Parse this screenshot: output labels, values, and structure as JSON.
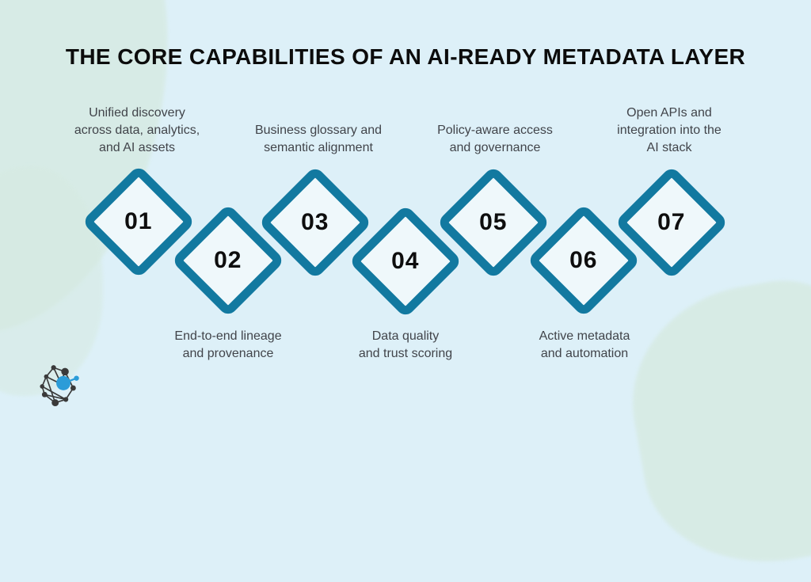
{
  "title": "THE CORE CAPABILITIES OF AN AI-READY METADATA LAYER",
  "items": [
    {
      "number": "01",
      "label_lines": [
        "Unified discovery",
        "across data, analytics,",
        "and AI assets"
      ]
    },
    {
      "number": "02",
      "label_lines": [
        "End-to-end lineage",
        "and provenance"
      ]
    },
    {
      "number": "03",
      "label_lines": [
        "Business glossary and",
        "semantic alignment"
      ]
    },
    {
      "number": "04",
      "label_lines": [
        "Data quality",
        "and trust scoring"
      ]
    },
    {
      "number": "05",
      "label_lines": [
        "Policy-aware access",
        "and governance"
      ]
    },
    {
      "number": "06",
      "label_lines": [
        "Active metadata",
        "and automation"
      ]
    },
    {
      "number": "07",
      "label_lines": [
        "Open APIs and",
        "integration into the",
        "AI stack"
      ]
    }
  ],
  "colors": {
    "background": "#ddf0f8",
    "watercolor_blob": "#d6eae1",
    "diamond_border": "#1279a0",
    "diamond_fill": "#eff8fb",
    "number_text": "#0e0e0e",
    "label_text": "#41444a",
    "title_text": "#0c0c0c",
    "logo_dark": "#3a3a3a",
    "logo_blue": "#2b9cd8"
  },
  "logo": {
    "name": "network-graph-logo"
  }
}
